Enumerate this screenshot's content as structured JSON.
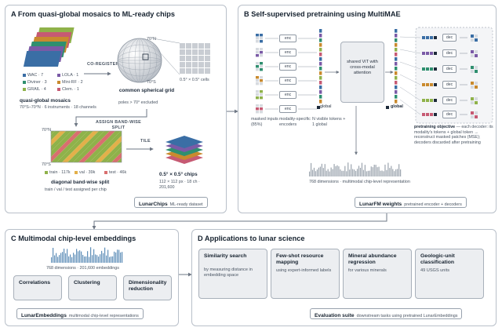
{
  "colors": {
    "border": "#b9c0c9",
    "grey_box": "#eceef1",
    "arrow": "#6e7784",
    "bar": "#9aa3ad"
  },
  "panelA": {
    "title": "A  From quasi-global mosaics to ML-ready chips",
    "legend": [
      {
        "label": "WAC · 7",
        "color": "#3a6ea5"
      },
      {
        "label": "LOLA · 1",
        "color": "#7a5aa6"
      },
      {
        "label": "Diviner · 3",
        "color": "#2f8f6f"
      },
      {
        "label": "Mini-RF · 2",
        "color": "#c98a2e"
      },
      {
        "label": "GRAIL · 4",
        "color": "#8fb24a"
      },
      {
        "label": "Clem. · 1",
        "color": "#c65a73"
      }
    ],
    "mosaic_title": "quasi-global mosaics",
    "mosaic_sub": "70°S–70°N · 6 instruments · 18 channels",
    "coregister": "CO-REGISTER",
    "lat_n": "70°N",
    "lat_s": "70°S",
    "grid_title": "common spherical grid",
    "grid_sub": "poles > 70° excluded",
    "cells_label": "0.5° × 0.5° cells",
    "assign_label": "ASSIGN BAND-WISE SPLIT",
    "band_lat_n": "70°N",
    "band_lat_s": "70°S",
    "split_legend": [
      {
        "label": "train · 117k",
        "color": "#8fb24a"
      },
      {
        "label": "val · 39k",
        "color": "#e3b04a"
      },
      {
        "label": "test · 46k",
        "color": "#d96f6f"
      }
    ],
    "split_title": "diagonal band-wise split",
    "split_sub": "train / val / test assigned per chip",
    "tile_label": "TILE",
    "chips_title": "0.5° × 0.5° chips",
    "chips_sub": "112 × 112 px · 18 ch · 201,600",
    "tag_name": "LunarChips",
    "tag_desc": "ML-ready dataset"
  },
  "panelB": {
    "title": "B  Self-supervised pretraining using MultiMAE",
    "enc_label": "enc",
    "dec_label": "dec",
    "vit_label": "shared ViT with cross-modal attention",
    "global_left": "global",
    "global_right": "global",
    "col_masked": "masked inputs (85%)",
    "col_encoders": "modality-specific encoders",
    "col_tokens": "N visible tokens + 1 global",
    "objective_bold": "pretraining objective",
    "objective_text": " — each decoder: its modality's tokens + global token → reconstruct masked patches (MSE); decoders discarded after pretraining",
    "dims_label": "768 dimensions · multimodal chip-level representation",
    "tag_name": "LunarFM weights",
    "tag_desc": "pretrained encoder + decoders"
  },
  "panelC": {
    "title": "C  Multimodal chip-level embeddings",
    "dims_label": "768 dimensions · 201,600 embeddings",
    "cards": [
      "Correlations",
      "Clustering",
      "Dimensionality reduction"
    ],
    "tag_name": "LunarEmbeddings",
    "tag_desc": "multimodal chip-level representations"
  },
  "panelD": {
    "title": "D  Applications to lunar science",
    "cards": [
      {
        "title": "Similarity search",
        "sub": "by measuring distance in embedding space"
      },
      {
        "title": "Few-shot resource mapping",
        "sub": "using expert-informed labels"
      },
      {
        "title": "Mineral abundance regression",
        "sub": "for various minerals"
      },
      {
        "title": "Geologic-unit classification",
        "sub": "49 USGS units"
      }
    ],
    "tag_name": "Evaluation suite",
    "tag_desc": "downstream tasks using pretrained LunarEmbeddings"
  }
}
